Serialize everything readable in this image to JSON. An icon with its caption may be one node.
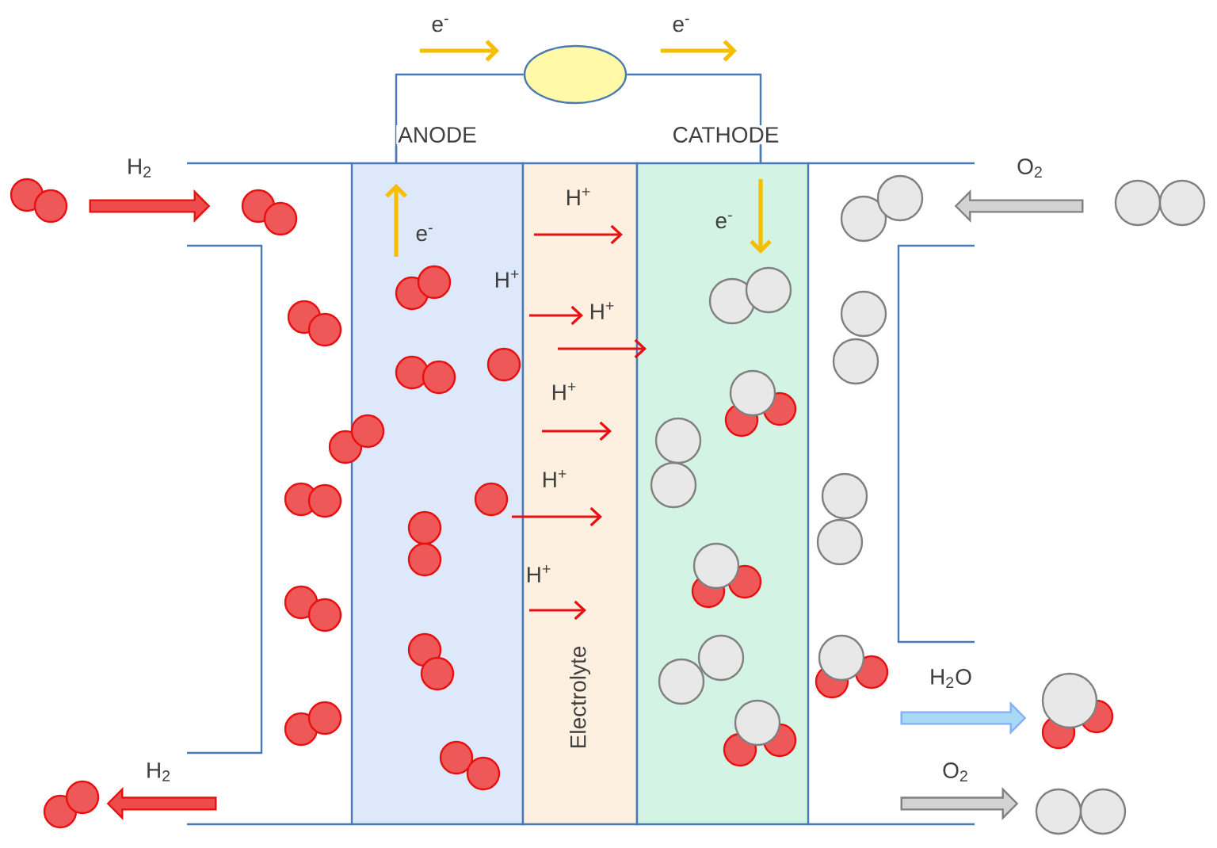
{
  "diagram": {
    "nodes": [
      {
        "text": [
          "ANODE"
        ]
      },
      {
        "text": [
          "Electrolyte"
        ]
      },
      {
        "text": [
          "CATHODE"
        ]
      },
      {
        "text": [],
        "shape": "circle"
      }
    ],
    "edges": [
      {
        "from": 0,
        "to": 3,
        "arrow": "none"
      },
      {
        "from": 3,
        "to": 2,
        "arrow": "none"
      }
    ],
    "labels": [
      "e$^{-}$",
      "e$^{-}$",
      "H$_{2}$",
      "O$_{2}$",
      "e$^{-}$",
      "H$^{+}$",
      "e$^{-}$",
      "H$^{+}$",
      "H$^{+}$",
      "H$^{+}$",
      "H$^{+}$",
      "H$^{+}$",
      "H$_{2}$O",
      "H$_{2}$",
      "O$_{2}$"
    ]
  }
}
